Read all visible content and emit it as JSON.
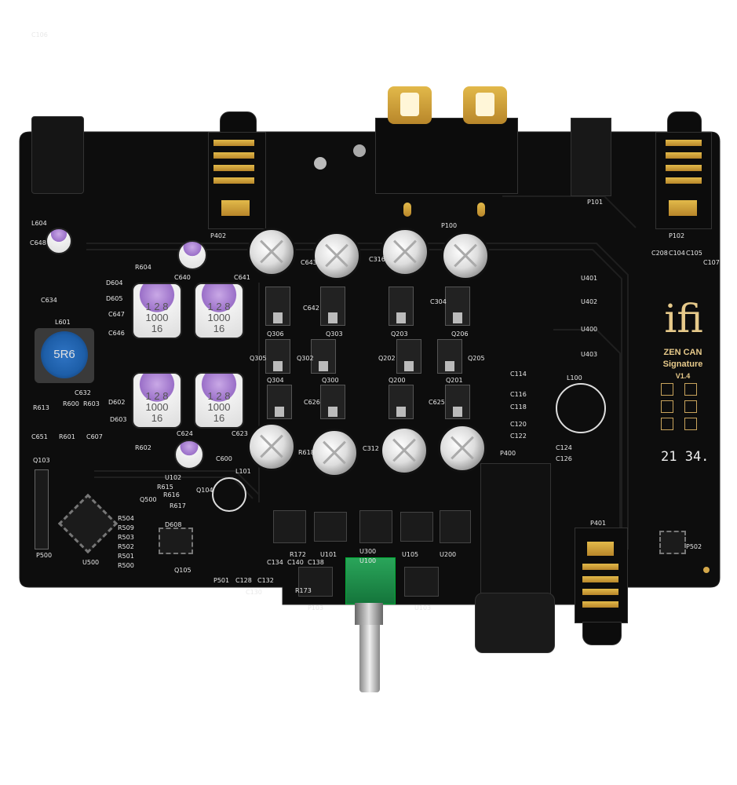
{
  "brand": {
    "logo": "ifi",
    "model": "ZEN CAN",
    "edition": "Signature",
    "version": "V1.4",
    "serial_mark": "21 34."
  },
  "colors": {
    "board": "#0d0d0d",
    "silkscreen": "#e8e8e8",
    "gold": "#d4a84a",
    "logo": "#e6c98a",
    "pot_green": "#1e8c4a",
    "inductor_blue": "#1d5ea8"
  },
  "inductor": {
    "marking": "5R6"
  },
  "purple_caps": [
    {
      "marking": "1 2 8\n1000\n16"
    },
    {
      "marking": "1 2 8\n1000\n16"
    },
    {
      "marking": "1 2 8\n1000\n16"
    },
    {
      "marking": "1 2 8\n1000\n16"
    }
  ],
  "labels": [
    "P402",
    "P100",
    "P101",
    "P102",
    "C648",
    "L604",
    "R604",
    "C640",
    "C641",
    "D604",
    "D605",
    "C634",
    "L601",
    "C647",
    "C646",
    "C632",
    "R613",
    "R600",
    "R603",
    "D602",
    "D603",
    "C651",
    "R601",
    "C607",
    "Q103",
    "R602",
    "C624",
    "C623",
    "C600",
    "Q306",
    "Q303",
    "Q203",
    "Q206",
    "Q305",
    "Q302",
    "Q202",
    "Q205",
    "Q304",
    "Q300",
    "Q200",
    "Q201",
    "C626",
    "C625",
    "U401",
    "U402",
    "U400",
    "U403",
    "C114",
    "C116",
    "C118",
    "C120",
    "C122",
    "C124",
    "C126",
    "L100",
    "P400",
    "P401",
    "P502",
    "L101",
    "Q104",
    "Q500",
    "R504",
    "R509",
    "R503",
    "R502",
    "R501",
    "R500",
    "P500",
    "U500",
    "D608",
    "Q105",
    "P501",
    "C128",
    "C132",
    "C134",
    "C140",
    "C138",
    "C130",
    "R173",
    "R172",
    "U101",
    "U300",
    "U105",
    "U200",
    "U100",
    "P103",
    "U103",
    "U102",
    "R615",
    "R616",
    "R617",
    "R618",
    "C312",
    "C304",
    "C642",
    "C643",
    "C316",
    "C208",
    "C104",
    "C105",
    "C107",
    "C106"
  ]
}
